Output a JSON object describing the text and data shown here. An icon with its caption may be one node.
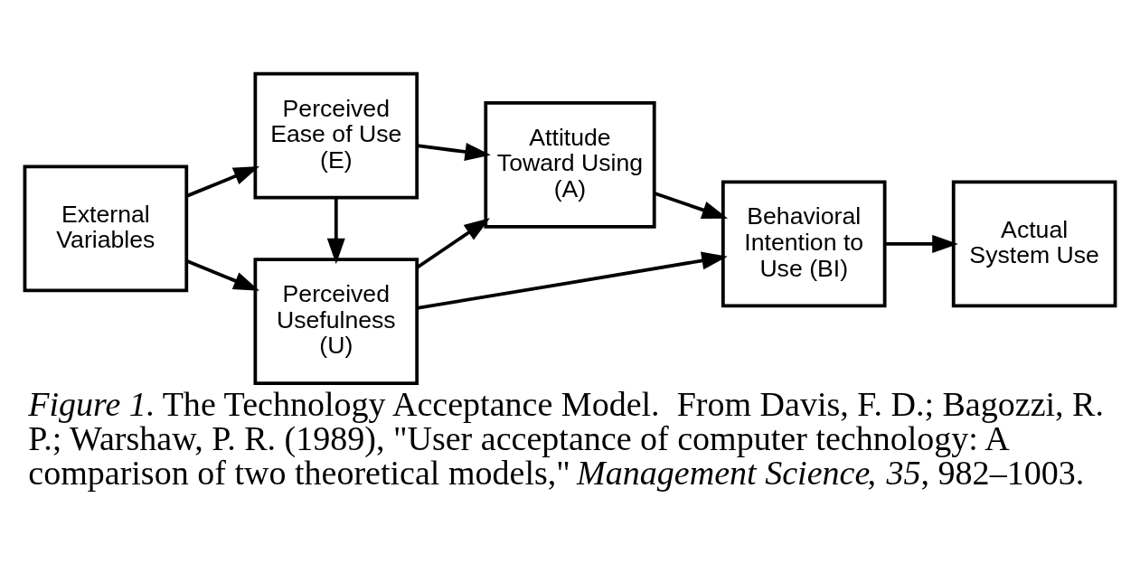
{
  "diagram": {
    "caption": "*Figure 1.*  The Technology Acceptance Model.  From Davis, F. D.; Bagozzi, R. P.; Warshaw, P. R. (1989), \"User acceptance of computer technology: A comparison of two theoretical models,\" *Management Science*, *35*, 982–1003.",
    "nodes": [
      {
        "text": [
          "External Variables"
        ]
      },
      {
        "text": [
          "Perceived Usefulness (U)"
        ]
      },
      {
        "text": [
          "Perceived Ease of Use (E)"
        ]
      },
      {
        "text": [
          "Attitude Toward Using (A)"
        ]
      },
      {
        "text": [
          "Behavioral Intention to Use (BI)"
        ]
      },
      {
        "text": [
          "Actual System Use"
        ]
      }
    ],
    "edges": [
      {
        "from": 0,
        "to": 1,
        "arrow": "to"
      },
      {
        "from": 0,
        "to": 2,
        "arrow": "to"
      },
      {
        "from": 2,
        "to": 1,
        "arrow": "to"
      },
      {
        "from": 1,
        "to": 3,
        "arrow": "to"
      },
      {
        "from": 2,
        "to": 3,
        "arrow": "to"
      },
      {
        "from": 1,
        "to": 4,
        "arrow": "to"
      },
      {
        "from": 3,
        "to": 4,
        "arrow": "to"
      },
      {
        "from": 4,
        "to": 5,
        "arrow": "to"
      }
    ]
  }
}
